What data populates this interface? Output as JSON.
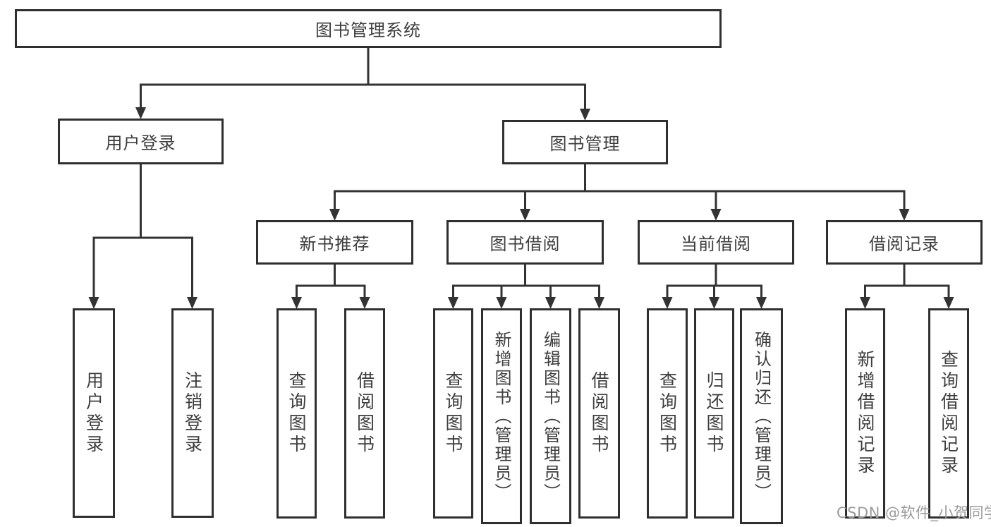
{
  "diagram": {
    "title": "图书管理系统",
    "nodes": {
      "root": "图书管理系统",
      "user_login": "用户登录",
      "book_management": "图书管理",
      "new_book_recommend": "新书推荐",
      "book_borrowing": "图书借阅",
      "current_borrowing": "当前借阅",
      "borrowing_records": "借阅记录",
      "leaf_user_login": "用户登录",
      "leaf_logout": "注销登录",
      "leaf_query_books_1": "查询图书",
      "leaf_borrow_books_1": "借阅图书",
      "leaf_query_books_2": "查询图书",
      "leaf_add_books_admin": "新增图书（管理员）",
      "leaf_edit_books_admin": "编辑图书（管理员）",
      "leaf_borrow_books_2": "借阅图书",
      "leaf_query_books_3": "查询图书",
      "leaf_return_books": "归还图书",
      "leaf_confirm_return_admin": "确认归还（管理员）",
      "leaf_add_borrow_record": "新增借阅记录",
      "leaf_query_borrow_record": "查询借阅记录"
    },
    "colors": {
      "line": "#333333",
      "border": "#2f2f2f",
      "text": "#3d3d3d",
      "background": "#ffffff"
    }
  },
  "watermark": {
    "text": "CSDN @软件_小贺同学",
    "color": "#9c9c9c"
  }
}
